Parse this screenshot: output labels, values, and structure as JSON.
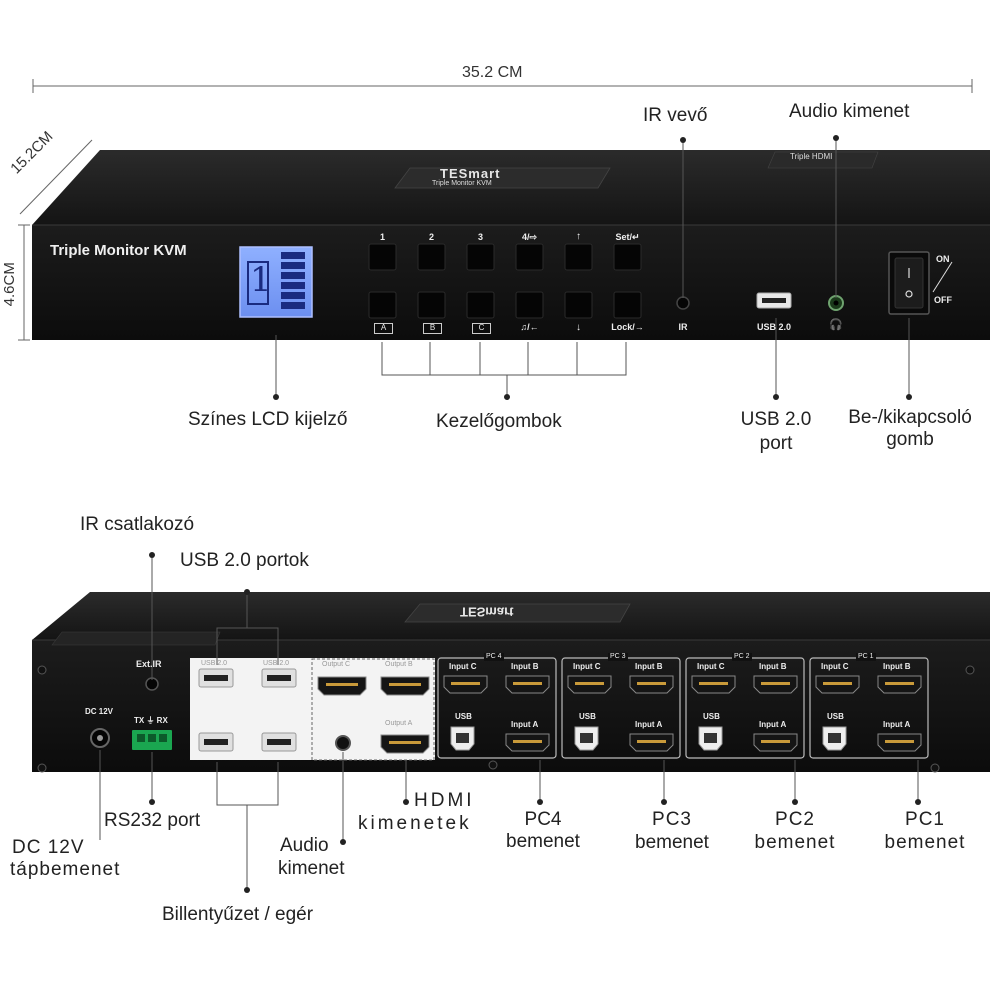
{
  "dimensions": {
    "width": "35.2 CM",
    "depth": "15.2CM",
    "height": "4.6CM"
  },
  "front": {
    "brand": "TESmart",
    "model_strip": "Triple Monitor KVM",
    "top_right_badge": "Triple HDMI",
    "title": "Triple Monitor KVM",
    "lcd_digit": "1",
    "buttons_top": [
      "1",
      "2",
      "3",
      "4/⇨",
      "↑",
      "Set/↵"
    ],
    "buttons_bottom": [
      "A",
      "B",
      "C",
      "♫/←",
      "↓",
      "Lock/→"
    ],
    "ir_label": "IR",
    "usb_label": "USB 2.0",
    "audio_label": "🎧",
    "switch_on": "ON",
    "switch_off": "OFF"
  },
  "rear": {
    "extir": "Ext.IR",
    "dc": "DC 12V",
    "rs232": "TX ⏚ RX",
    "usb_top": [
      "USB 2.0",
      "USB 2.0"
    ],
    "outputs": [
      "Output C",
      "Output B",
      "Output A"
    ],
    "pc_groups": [
      {
        "tag": "PC 4",
        "input_c": "Input C",
        "input_b": "Input B",
        "usb": "USB",
        "input_a": "Input A"
      },
      {
        "tag": "PC 3",
        "input_c": "Input C",
        "input_b": "Input B",
        "usb": "USB",
        "input_a": "Input A"
      },
      {
        "tag": "PC 2",
        "input_c": "Input C",
        "input_b": "Input B",
        "usb": "USB",
        "input_a": "Input A"
      },
      {
        "tag": "PC 1",
        "input_c": "Input C",
        "input_b": "Input B",
        "usb": "USB",
        "input_a": "Input A"
      }
    ]
  },
  "callouts": {
    "ir_receiver": "IR vevő",
    "audio_out_front": "Audio kimenet",
    "lcd": "Színes LCD kijelző",
    "buttons": "Kezelőgombok",
    "usb_port_1": "USB 2.0",
    "usb_port_2": "port",
    "power_1": "Be-/kikapcsoló",
    "power_2": "gomb",
    "ir_connector": "IR csatlakozó",
    "usb_ports": "USB 2.0 portok",
    "rs232": "RS232 port",
    "dc_1": "DC 12V",
    "dc_2": "tápbemenet",
    "audio_rear_1": "Audio",
    "audio_rear_2": "kimenet",
    "hdmi_out_1": "HDMI",
    "hdmi_out_2": "kimenetek",
    "keyboard": "Billentyűzet / egér",
    "pc4_1": "PC4",
    "pc4_2": "bemenet",
    "pc3_1": "PC3",
    "pc3_2": "bemenet",
    "pc2_1": "PC2",
    "pc2_2": "bemenet",
    "pc1_1": "PC1",
    "pc1_2": "bemenet"
  }
}
